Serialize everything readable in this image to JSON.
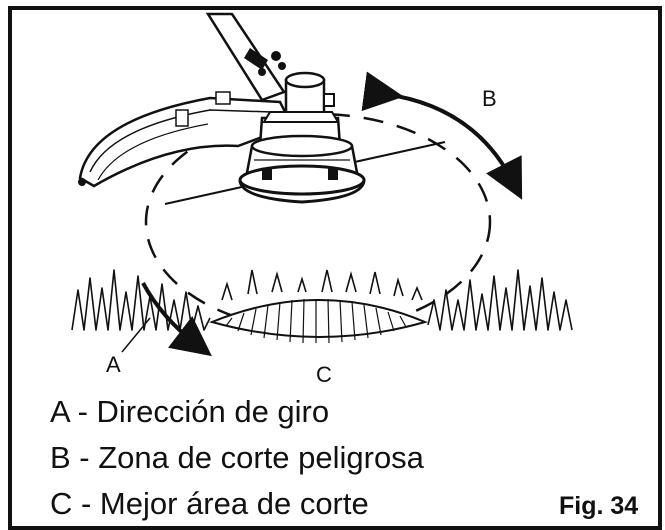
{
  "labels": {
    "a": "A",
    "b": "B",
    "c": "C"
  },
  "legend": [
    "A - Dirección de giro",
    "B - Zona de corte peligrosa",
    "C - Mejor área de corte"
  ],
  "figure_label": "Fig. 34"
}
